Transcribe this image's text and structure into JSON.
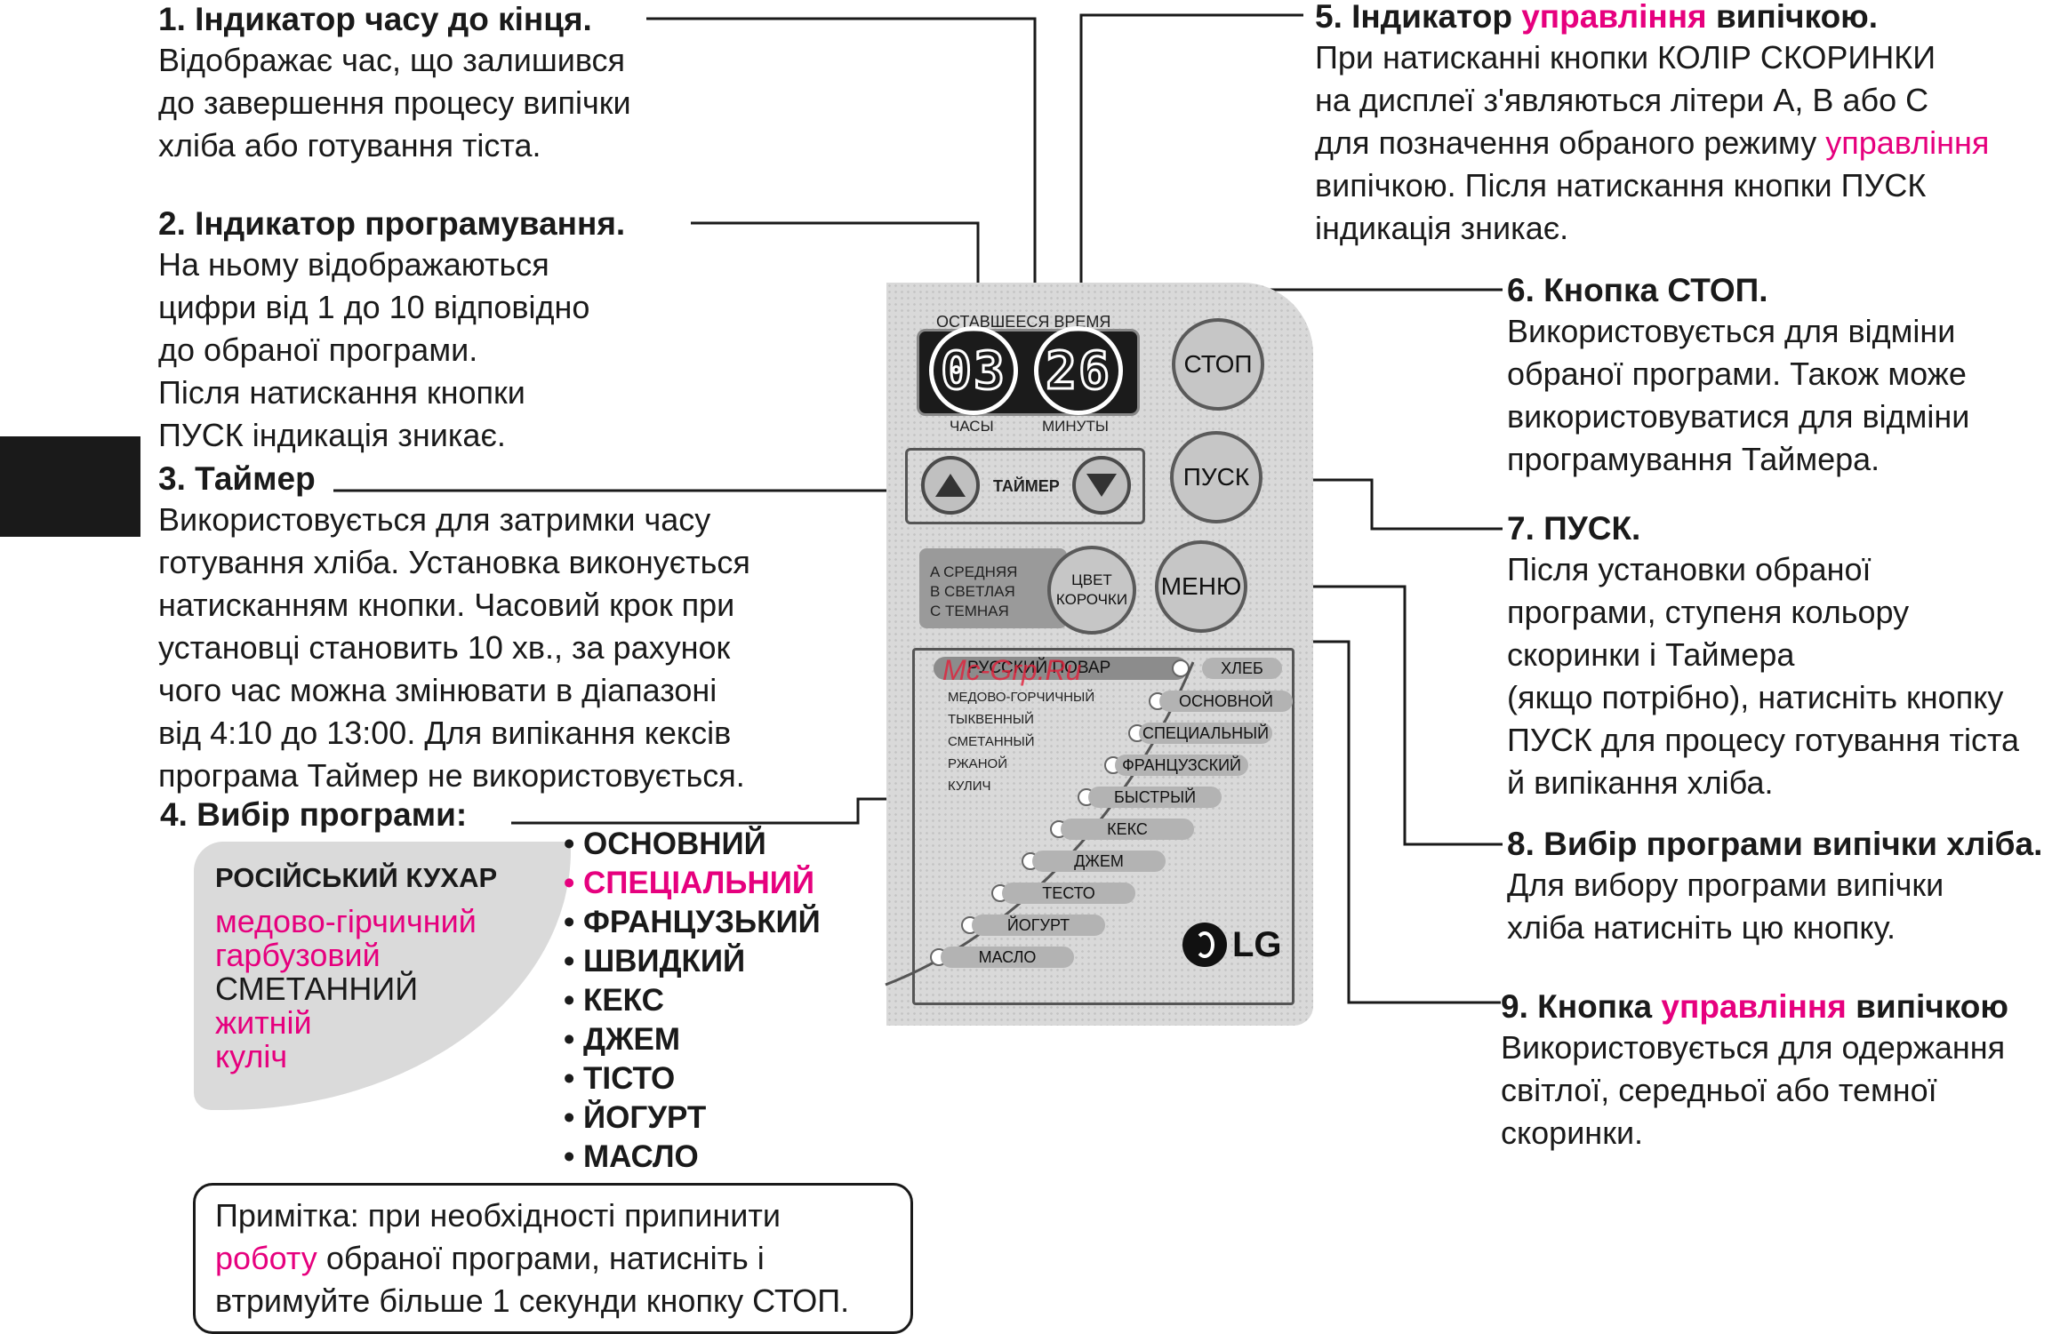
{
  "callouts": {
    "c1": {
      "title": "1. Індикатор часу до кінця.",
      "lines": [
        "Відображає час, що залишився",
        "до завершення процесу випічки",
        "хліба або готування тіста."
      ]
    },
    "c2": {
      "title": "2. Індикатор програмування.",
      "lines": [
        "На ньому відображаються",
        "цифри від 1 до 10 відповідно",
        "до обраної програми.",
        "Після натискання кнопки",
        "ПУСК індикація зникає."
      ]
    },
    "c3": {
      "title": "3. Таймер",
      "lines": [
        "Використовується для затримки часу",
        "готування хліба. Установка виконується",
        "натисканням кнопки. Часовий крок при",
        "установці становить 10 хв., за рахунок",
        "чого час можна змінювати в діапазоні",
        "від 4:10 до 13:00. Для випікання кексів",
        "програма Таймер не використовується."
      ]
    },
    "c4": {
      "title": "4. Вибір програми:"
    },
    "c5": {
      "title_a": "5. Індикатор",
      "title_pink": "управління",
      "title_b": "випічкою.",
      "line1": "При натисканні кнопки КОЛІР СКОРИНКИ",
      "line2": "на дисплеї з'являються літери А, В або С",
      "line3_a": "для позначення обраного режиму",
      "line3_pink": "управління",
      "line4": "випічкою. Після натискання кнопки ПУСК",
      "line5": "індикація зникає."
    },
    "c6": {
      "title": "6. Кнопка СТОП.",
      "lines": [
        "Використовується для відміни",
        "обраної програми. Також може",
        "використовуватися для відміни",
        "програмування Таймера."
      ]
    },
    "c7": {
      "title": "7. ПУСК.",
      "lines": [
        "Після установки обраної",
        "програми, ступеня кольору",
        "скоринки і Таймера",
        "(якщо потрібно), натисніть кнопку",
        "ПУСК для процесу готування тіста",
        "й випікання хліба."
      ]
    },
    "c8": {
      "title": "8. Вибір програми випічки хліба.",
      "lines": [
        "Для вибору програми випічки",
        "хліба натисніть цю кнопку."
      ]
    },
    "c9": {
      "title_a": "9. Кнопка",
      "title_pink": "управління",
      "title_b": "випічкою",
      "lines": [
        "Використовується для одержання",
        "світлої, середньої або темної",
        "скоринки."
      ]
    }
  },
  "programs": {
    "box_title": "РОСІЙСЬКИЙ КУХАР",
    "box_items": [
      {
        "text": "медово-гірчичний",
        "color": "#e6007e"
      },
      {
        "text": "гарбузовий",
        "color": "#e6007e"
      },
      {
        "text": "СМЕТАННИЙ",
        "color": "#1a1a1a"
      },
      {
        "text": "житній",
        "color": "#e6007e"
      },
      {
        "text": "куліч",
        "color": "#e6007e"
      }
    ],
    "list": [
      {
        "text": "• ОСНОВНИЙ",
        "color": "#1a1a1a"
      },
      {
        "text": "• СПЕЦІАЛЬНИЙ",
        "color": "#e6007e"
      },
      {
        "text": "• ФРАНЦУЗЬКИЙ",
        "color": "#1a1a1a"
      },
      {
        "text": "• ШВИДКИЙ",
        "color": "#1a1a1a"
      },
      {
        "text": "• КЕКС",
        "color": "#1a1a1a"
      },
      {
        "text": "• ДЖЕМ",
        "color": "#1a1a1a"
      },
      {
        "text": "• ТІСТО",
        "color": "#1a1a1a"
      },
      {
        "text": "• ЙОГУРТ",
        "color": "#1a1a1a"
      },
      {
        "text": "• МАСЛО",
        "color": "#1a1a1a"
      }
    ]
  },
  "note": {
    "line1": "Примітка: при необхідності припинити",
    "line2_pink": "роботу",
    "line2_rest": "обраної програми, натисніть і",
    "line3": "втримуйте більше 1 секунди кнопку СТОП."
  },
  "panel": {
    "remaining_label": "ОСТАВШЕЕСЯ ВРЕМЯ",
    "hours": "03",
    "minutes": "26",
    "hours_label": "ЧАСЫ",
    "minutes_label": "МИНУТЫ",
    "stop": "СТОП",
    "start": "ПУСК",
    "menu": "МЕНЮ",
    "timer": "ТАЙМЕР",
    "crust_a": "A  СРЕДНЯЯ",
    "crust_b": "B  СВЕТЛАЯ",
    "crust_c": "C  ТЕМНАЯ",
    "crust_btn_1": "ЦВЕТ",
    "crust_btn_2": "КОРОЧКИ",
    "top_program": "РУССКИЙ ПОВАР",
    "bread": "ХЛЕБ",
    "sub_programs": [
      "МЕДОВО-ГОРЧИЧНЫЙ",
      "ТЫКВЕННЫЙ",
      "СМЕТАННЫЙ",
      "РЖАНОЙ",
      "КУЛИЧ"
    ],
    "menu_items": [
      "ОСНОВНОЙ",
      "СПЕЦИАЛЬНЫЙ",
      "ФРАНЦУЗСКИЙ",
      "БЫСТРЫЙ",
      "КЕКС",
      "ДЖЕМ",
      "ТЕСТО",
      "ЙОГУРТ",
      "МАСЛО"
    ],
    "brand": "LG",
    "watermark": "Mc-Grp.Ru"
  },
  "colors": {
    "accent_pink": "#e6007e",
    "text": "#1a1a1a",
    "panel": "#d9d9d9"
  }
}
